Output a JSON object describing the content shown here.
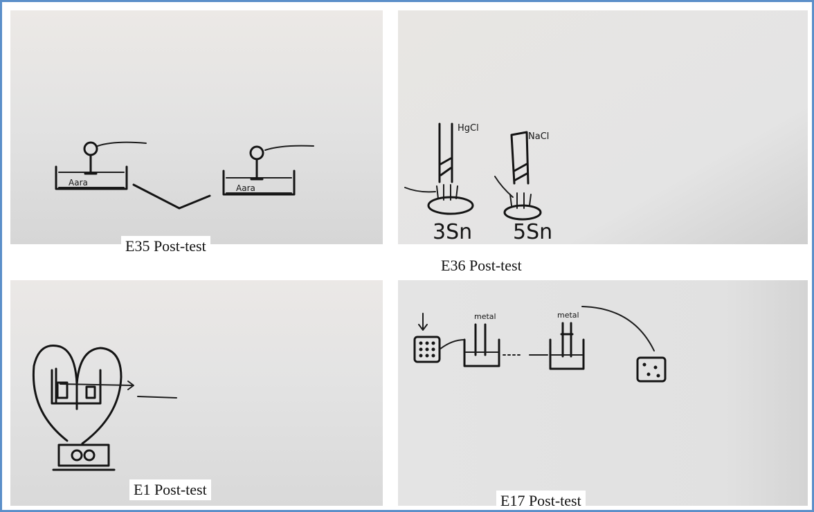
{
  "figure": {
    "panels": [
      {
        "id": "e35",
        "caption": "E35 Post-test",
        "drawing": "voltaic-cells-sketch",
        "handwriting": [
          "Aara",
          "Aara"
        ]
      },
      {
        "id": "e36",
        "caption": "E36 Post-test",
        "drawing": "electrolysis-tubes-sketch",
        "handwriting": [
          "HgCl",
          "NaCl",
          "3Sn",
          "5Sn"
        ]
      },
      {
        "id": "e1",
        "caption": "E1 Post-test",
        "drawing": "circuit-battery-sketch",
        "handwriting": []
      },
      {
        "id": "e17",
        "caption": "E17 Post-test",
        "drawing": "electrode-beakers-sketch",
        "handwriting": [
          "metal",
          "metal"
        ]
      }
    ],
    "colors": {
      "frame_border": "#5b8fc9",
      "paper": "#e6e6e6",
      "ink": "#141414"
    }
  }
}
